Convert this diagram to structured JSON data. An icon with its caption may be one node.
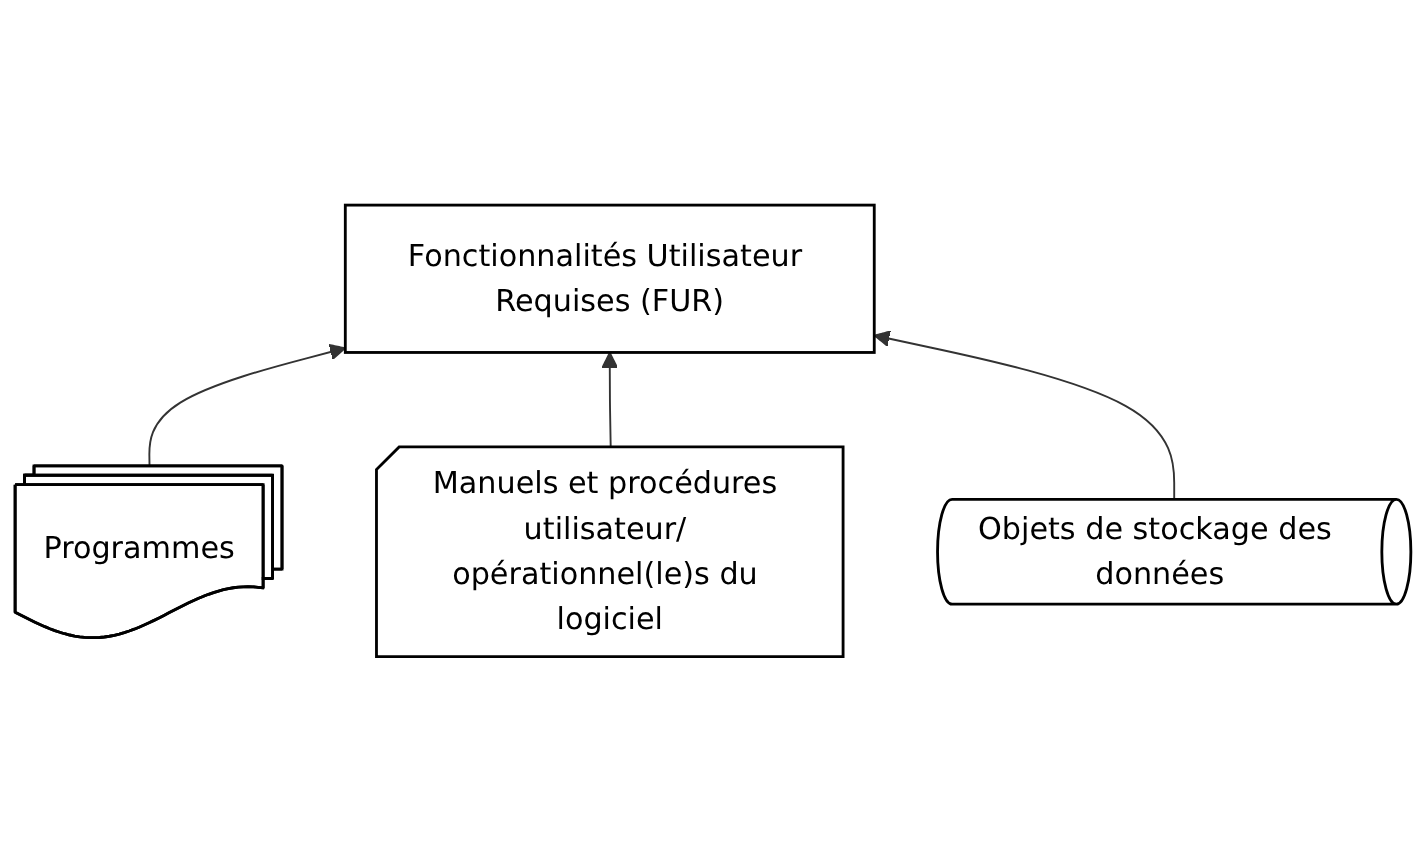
{
  "diagram": {
    "nodes": [
      {
        "text": [
          "Fonctionnalités Utilisateur Requises (FUR)"
        ]
      },
      {
        "text": [
          "Programmes"
        ]
      },
      {
        "text": [
          "Manuels et procédures utilisateur/ opérationnel(le)s du logiciel"
        ]
      },
      {
        "text": [
          "Objets de stockage des données"
        ]
      }
    ],
    "edges": [
      {
        "from": 1,
        "to": 0,
        "arrow": "to"
      },
      {
        "from": 2,
        "to": 0,
        "arrow": "to"
      },
      {
        "from": 3,
        "to": 0,
        "arrow": "to"
      }
    ]
  }
}
